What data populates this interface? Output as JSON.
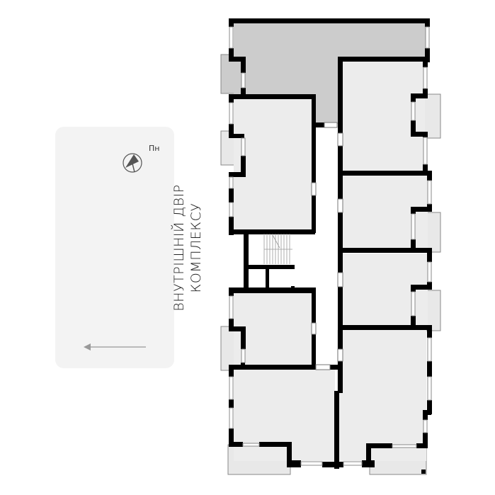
{
  "legend": {
    "courtyard_line1": "ВНУТРІШНІЙ ДВІР",
    "courtyard_line2": "КОМПЛЕКСУ",
    "north_label": "Пн",
    "compass_icon": "north-arrow",
    "direction_arrow_icon": "arrow-left"
  },
  "floor_plan": {
    "highlighted_unit": "top-left L-shaped apartment (gray)",
    "colors": {
      "wall": "#000000",
      "room_fill": "#ececec",
      "highlight_fill": "#cccccc",
      "balcony_fill": "#e8e8e8",
      "corridor_fill": "#ffffff",
      "card_bg": "#f3f3f3"
    }
  }
}
